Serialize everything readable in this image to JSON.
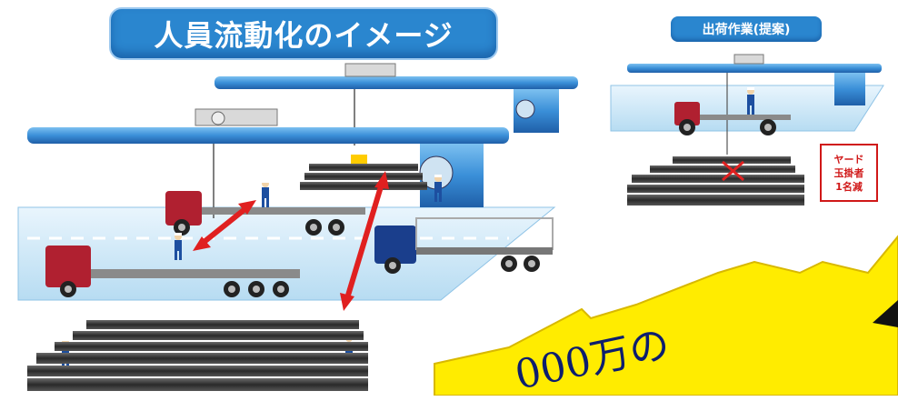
{
  "title": "人員流動化のイメージ",
  "proposal_label": "出荷作業(提案)",
  "note_lines": [
    "ヤード",
    "玉掛者",
    "1名減"
  ],
  "burst_text": "000万の",
  "colors": {
    "title_bg": "#2a86cf",
    "crane_beam": "#3a8fd8",
    "floor": "#c8e6f6",
    "arrow": "#e02020",
    "truck_cab": "#b02030",
    "truck_cab_blue": "#1a3e8c",
    "burst": "#ffec00",
    "note_border": "#d01818"
  },
  "icons": [
    "gantry-crane-icon",
    "truck-icon",
    "worker-icon",
    "steel-pipe-stack-icon",
    "double-arrow-icon",
    "x-mark-icon"
  ]
}
